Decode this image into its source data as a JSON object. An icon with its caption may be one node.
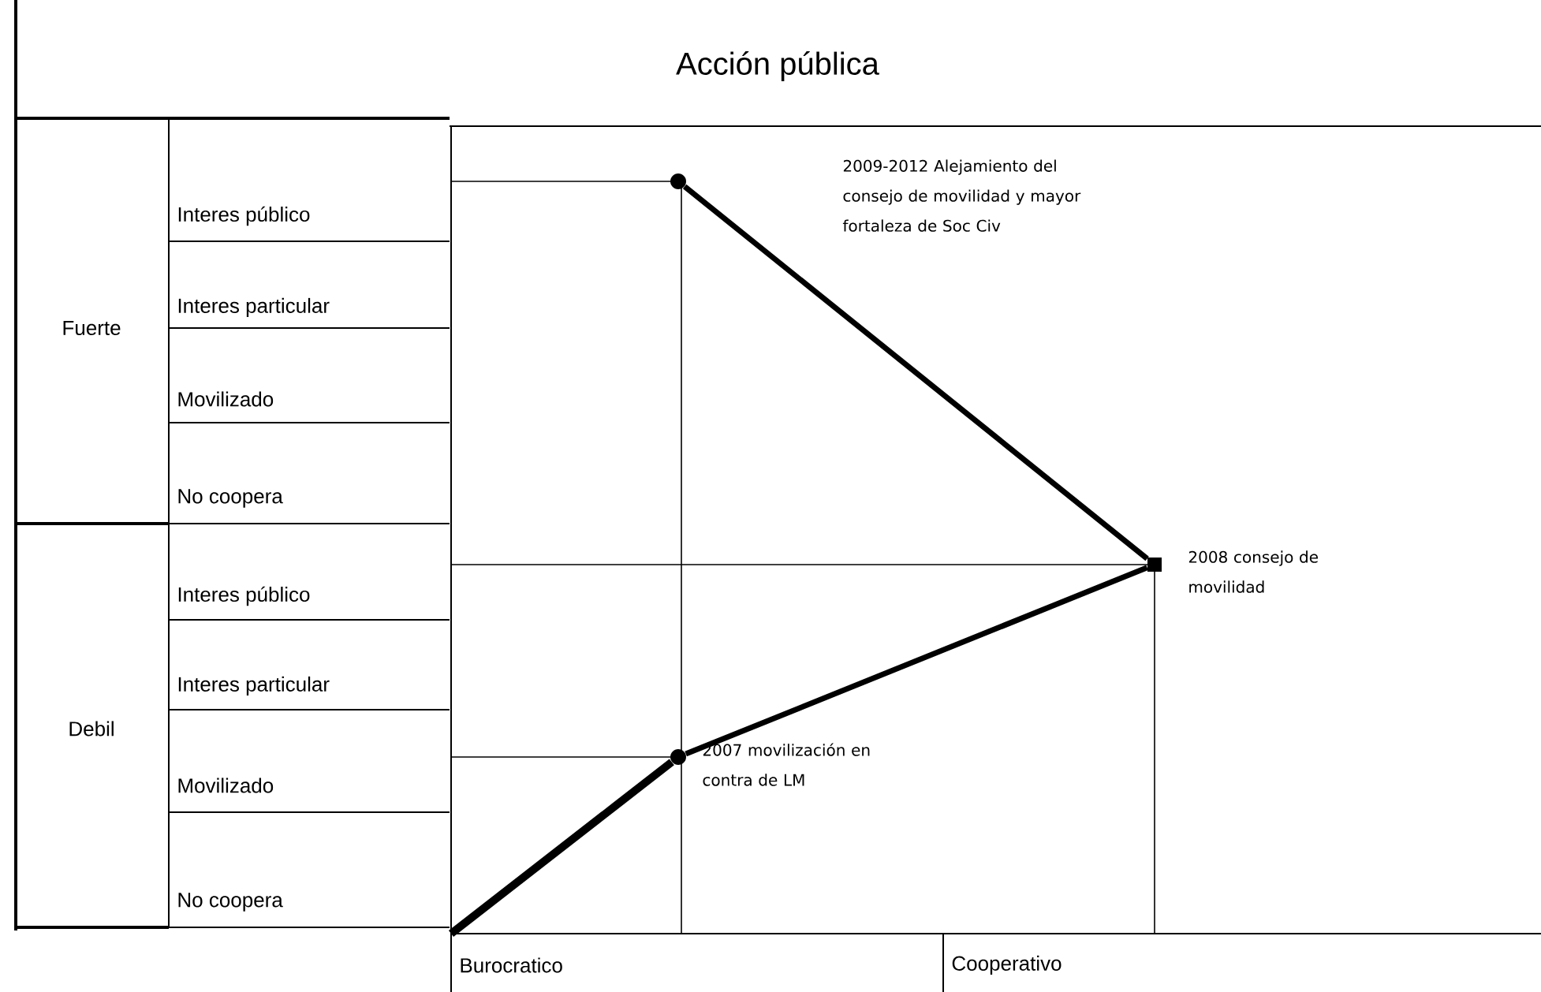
{
  "diagram": {
    "nodes": [
      {
        "text": [],
        "shape": "circle"
      },
      {
        "text": [],
        "shape": "box",
        "beside": [
          "2008 consejo de movilidad"
        ]
      },
      {
        "text": [],
        "shape": "circle",
        "beside": [
          "2007 movilización en contra de LM"
        ]
      }
    ],
    "edges": [
      {
        "from": null,
        "to": 2,
        "arrow": "none"
      },
      {
        "from": 2,
        "to": 1,
        "arrow": "none"
      },
      {
        "from": 1,
        "to": 0,
        "arrow": "none"
      }
    ],
    "labels": [
      "Acción pública",
      "2009-2012 Alejamiento del consejo de movilidad y mayor fortaleza de Soc Civ",
      "Fuerte",
      "Interes público",
      "Interes particular",
      "Movilizado",
      "No coopera",
      "Debil",
      "Interes público",
      "Interes particular",
      "Movilizado",
      "No coopera",
      "Burocratico",
      "Cooperativo"
    ]
  }
}
